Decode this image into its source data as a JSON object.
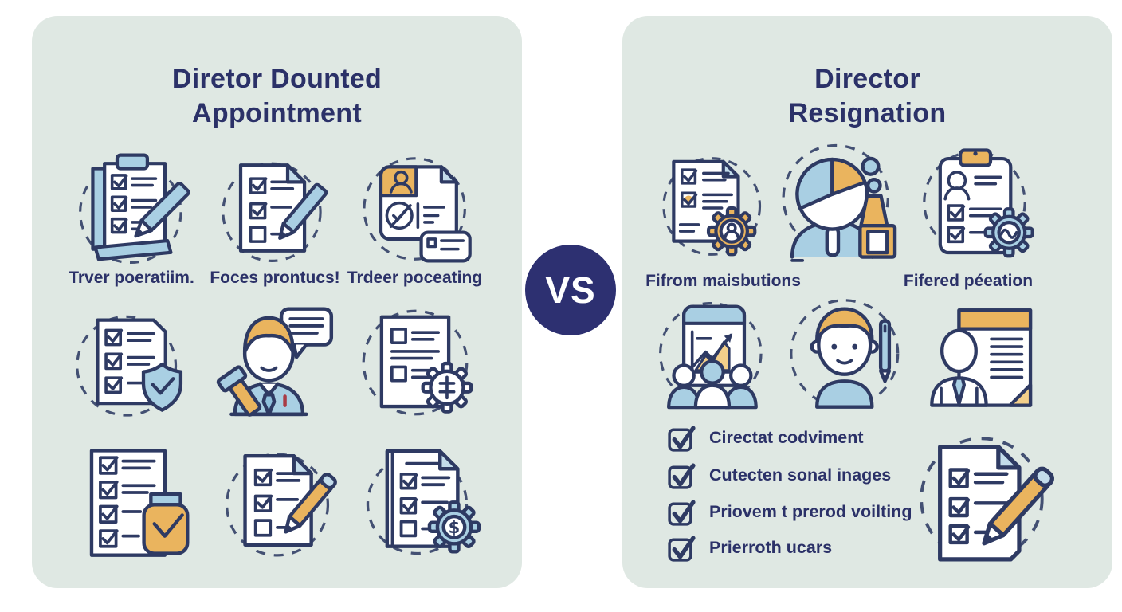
{
  "vs_badge": {
    "label": "VS"
  },
  "left_panel": {
    "title": [
      "Diretor Dounted",
      "Appointment"
    ],
    "captions": [
      "Trver poeratiim.",
      "Foces prontucs!",
      "Trdeer poceating"
    ],
    "icons": {
      "row1": [
        "clipboard-checklist-pencil-icon",
        "document-checklist-pencil-icon",
        "id-card-documents-icon"
      ],
      "row2": [
        "checklist-shield-icon",
        "director-speech-gavel-icon",
        "document-tasks-gear-icon"
      ],
      "row3": [
        "checklist-approval-stamp-icon",
        "document-checklist-pencil-icon",
        "document-dollar-gear-icon"
      ]
    }
  },
  "right_panel": {
    "title": [
      "Director",
      "Resignation"
    ],
    "captions": [
      "Fifrom maisbutions",
      "Fifered péeation"
    ],
    "icons": {
      "row1": [
        "document-person-gear-icon",
        "pie-chart-person-award-icon",
        "clipboard-person-gear-icon"
      ],
      "row2": [
        "presentation-team-chart-icon",
        "director-portrait-pen-icon",
        "director-document-icon"
      ],
      "bottom": "document-checklist-pencil-icon"
    },
    "checklist": [
      "Cirectat codviment",
      "Cutecten sonal inages",
      "Priovem t prerod voilting",
      "Prierroth ucars"
    ]
  },
  "colors": {
    "panel_bg": "#dfe8e3",
    "navy_outline": "#2e3a63",
    "title_navy": "#2b3168",
    "light_blue": "#a9cfe3",
    "pale_blue": "#c3dceb",
    "orange": "#eab45e",
    "vs_badge_bg": "#2d3071",
    "white": "#ffffff"
  }
}
